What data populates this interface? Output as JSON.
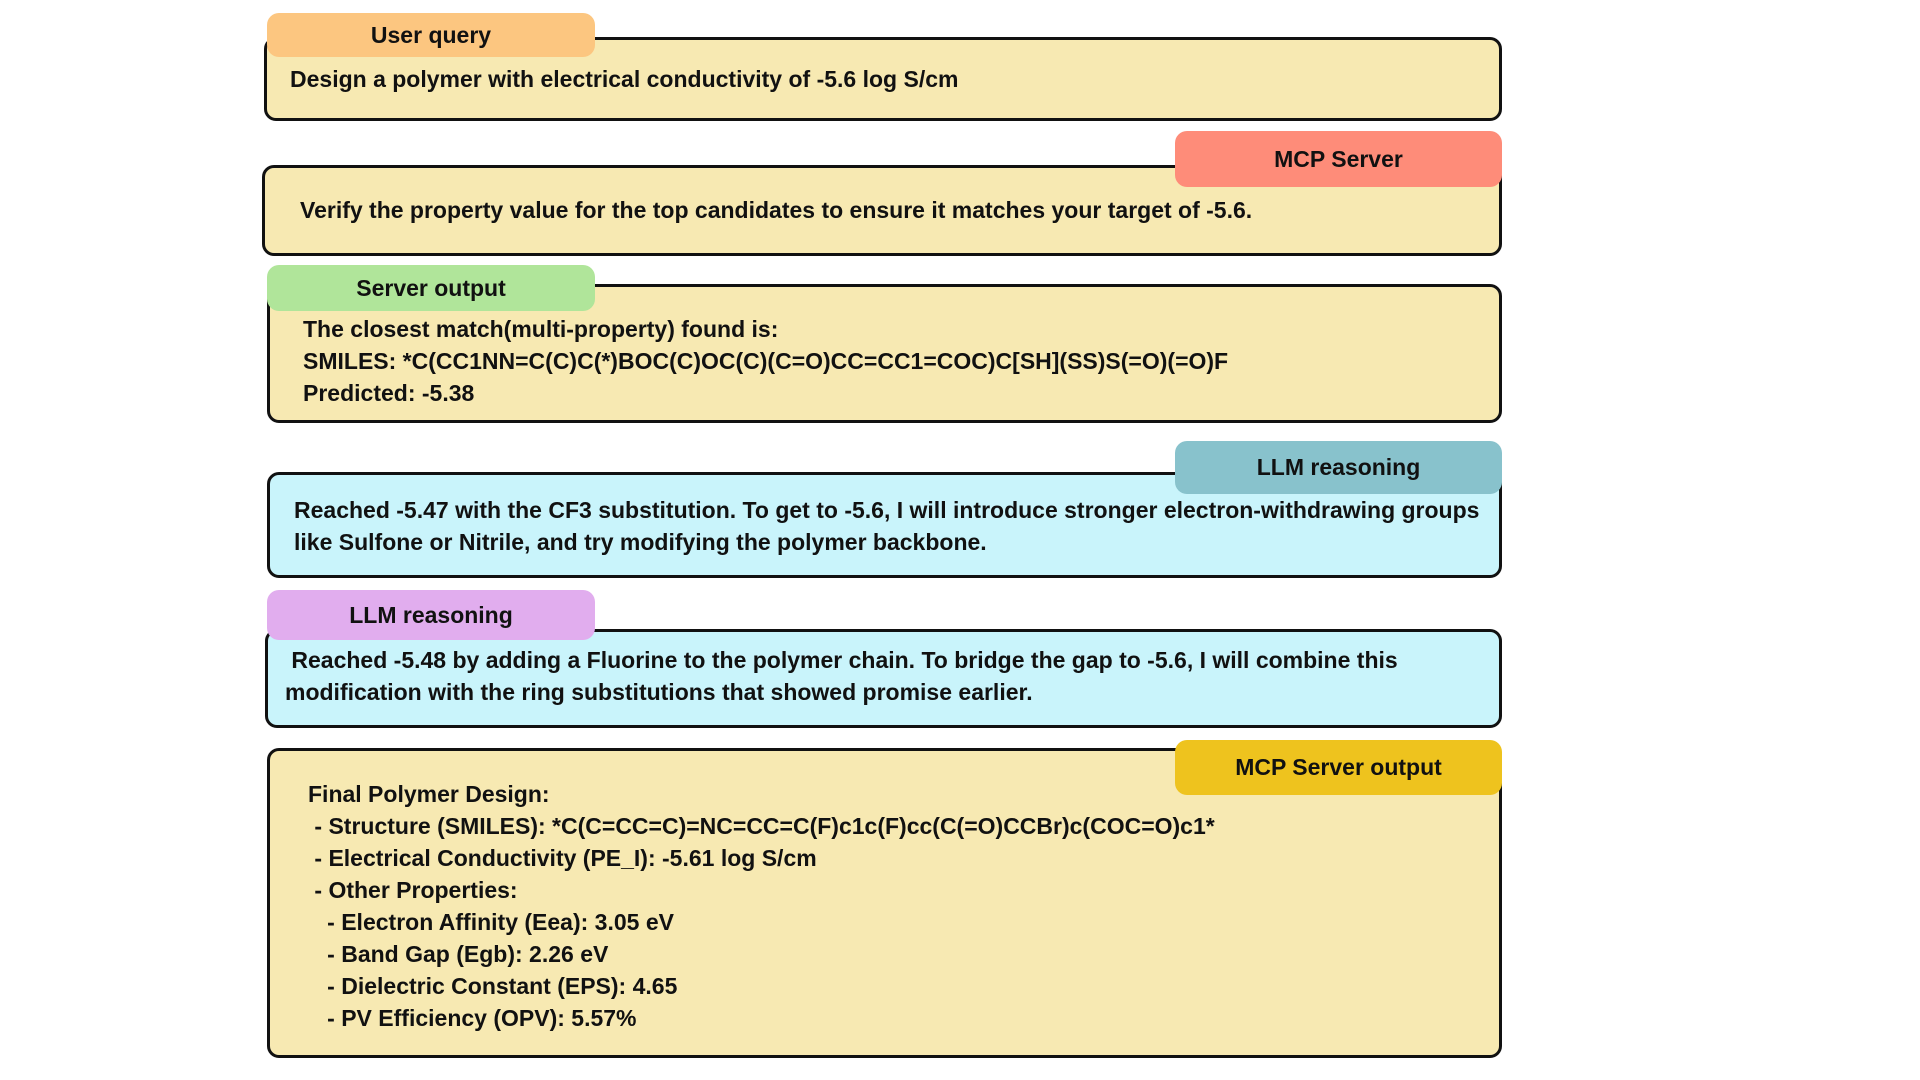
{
  "colors": {
    "panel_yellow": "#f7e9b2",
    "panel_cyan": "#c9f4fb",
    "border": "#111111",
    "tag_user_query": "#fcc680",
    "tag_mcp_server": "#fe8c79",
    "tag_server_output": "#b0e59a",
    "tag_llm_reasoning_1": "#88c2cc",
    "tag_llm_reasoning_2": "#e1adee",
    "tag_mcp_server_output": "#eec31e"
  },
  "user_query": {
    "label": "User query",
    "text": "Design a polymer with electrical conductivity of -5.6 log S/cm"
  },
  "mcp_server": {
    "label": "MCP Server",
    "text": "Verify the property value for the top candidates to ensure it matches your target of -5.6."
  },
  "server_output": {
    "label": "Server output",
    "lines": [
      "The closest match(multi-property) found is:",
      "SMILES: *C(CC1NN=C(C)C(*)BOC(C)OC(C)(C=O)CC=CC1=COC)C[SH](SS)S(=O)(=O)F",
      "Predicted: -5.38"
    ]
  },
  "llm_reasoning_1": {
    "label": "LLM reasoning",
    "lines": [
      "Reached -5.47 with the CF3 substitution. To get to -5.6, I will introduce stronger electron-withdrawing groups",
      "like Sulfone or Nitrile, and try modifying the polymer backbone."
    ]
  },
  "llm_reasoning_2": {
    "label": "LLM reasoning",
    "lines": [
      " Reached -5.48 by adding a Fluorine to the polymer chain. To bridge the gap to -5.6, I will combine this",
      "modification with the ring substitutions that showed promise earlier."
    ]
  },
  "mcp_server_output": {
    "label": "MCP Server output",
    "lines": [
      "Final Polymer Design:",
      " - Structure (SMILES): *C(C=CC=C)=NC=CC=C(F)c1c(F)cc(C(=O)CCBr)c(COC=O)c1*",
      " - Electrical Conductivity (PE_I): -5.61 log S/cm",
      " - Other Properties:",
      "   - Electron Affinity (Eea): 3.05 eV",
      "   - Band Gap (Egb): 2.26 eV",
      "   - Dielectric Constant (EPS): 4.65",
      "   - PV Efficiency (OPV): 5.57%"
    ]
  }
}
